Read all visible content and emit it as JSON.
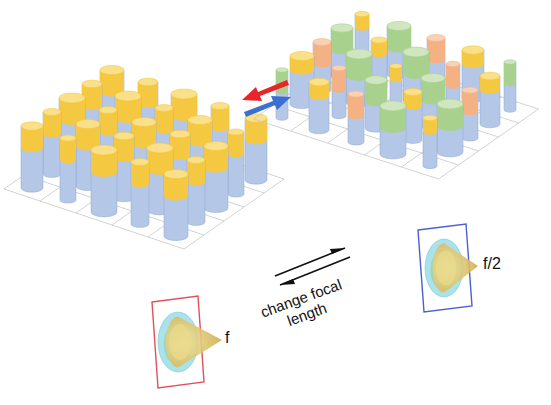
{
  "diagram": {
    "labels": [
      "f",
      "change focal length",
      "f/2"
    ]
  }
}
